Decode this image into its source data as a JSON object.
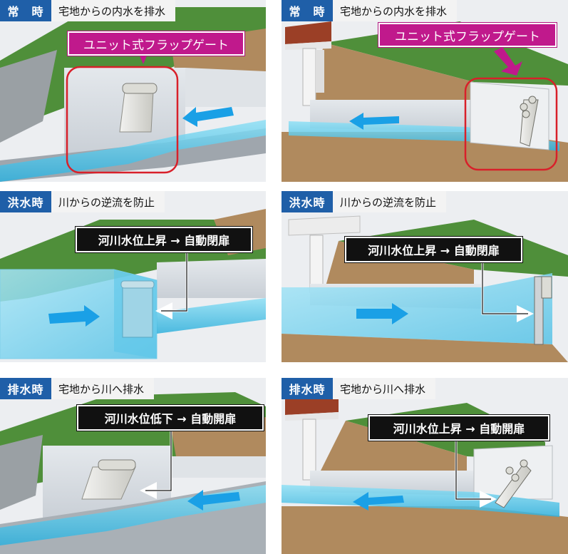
{
  "panels": [
    {
      "tag": "常　時",
      "caption": "宅地からの内水を排水",
      "callout": "ユニット式フラップゲート"
    },
    {
      "tag": "常　時",
      "caption": "宅地からの内水を排水",
      "callout": "ユニット式フラップゲート"
    },
    {
      "tag": "洪水時",
      "caption": "川からの逆流を防止",
      "callout": "河川水位上昇 → 自動閉扉"
    },
    {
      "tag": "洪水時",
      "caption": "川からの逆流を防止",
      "callout": "河川水位上昇 → 自動閉扉"
    },
    {
      "tag": "排水時",
      "caption": "宅地から川へ排水",
      "callout": "河川水位低下 → 自動開扉"
    },
    {
      "tag": "排水時",
      "caption": "宅地から川へ排水",
      "callout": "河川水位上昇 → 自動開扉"
    }
  ],
  "colors": {
    "tag_bg": "#1f5fa8",
    "gate_callout_bg": "#c0198c",
    "level_callout_bg": "#111111",
    "grass": "#4f8f3a",
    "soil": "#b08a5e",
    "water": "#4fc3e8",
    "arrow": "#1aa0e6",
    "highlight_ring": "#d8202a"
  }
}
